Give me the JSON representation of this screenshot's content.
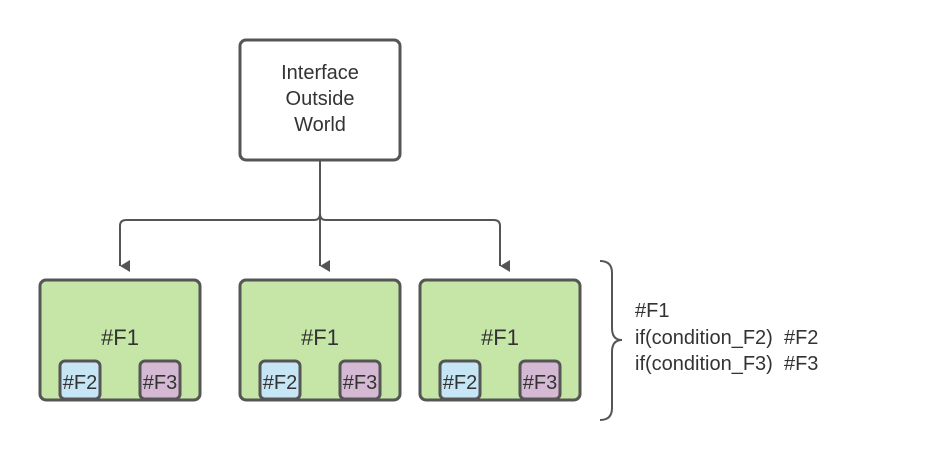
{
  "diagram": {
    "top_node": {
      "lines": [
        "Interface",
        "Outside",
        "World"
      ]
    },
    "modules": [
      {
        "label": "#F1",
        "sub_left": "#F2",
        "sub_right": "#F3"
      },
      {
        "label": "#F1",
        "sub_left": "#F2",
        "sub_right": "#F3"
      },
      {
        "label": "#F1",
        "sub_left": "#F2",
        "sub_right": "#F3"
      }
    ],
    "note": {
      "lines": [
        "#F1",
        "if(condition_F2)  #F2",
        "if(condition_F3)  #F3"
      ]
    },
    "colors": {
      "top_node_fill": "#ffffff",
      "stroke": "#555555",
      "module_fill": "#c5e6a6",
      "sub_left_fill": "#c6e5f5",
      "sub_right_fill": "#d5b8d3",
      "text": "#333333"
    }
  }
}
